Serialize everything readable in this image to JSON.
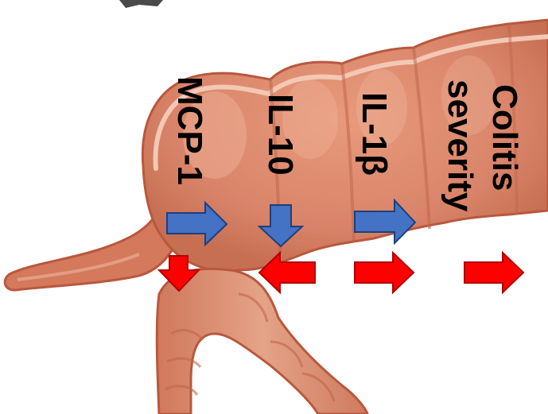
{
  "labels": {
    "mcp1": "MCP-1",
    "il10": "IL-10",
    "il1b": "IL-1β",
    "colitis_line1": "Colitis",
    "colitis_line2": "severity"
  },
  "colors": {
    "colon_fill": "#d98567",
    "colon_shadow": "#c9704f",
    "colon_highlight": "#efb59c",
    "colon_outline": "#b8583e",
    "inner_band": "#f3c8b4",
    "blue_arrow": "#4472c4",
    "red_arrow": "#ff0000",
    "arrow_border": "#1f3f7a",
    "red_border": "#b00000"
  },
  "icons": {
    "blue_arrows": [
      "arrow-right-icon",
      "arrow-down-icon",
      "arrow-right-icon"
    ],
    "red_arrows": [
      "arrow-down-icon",
      "arrow-left-icon",
      "arrow-right-icon",
      "arrow-right-icon"
    ]
  }
}
